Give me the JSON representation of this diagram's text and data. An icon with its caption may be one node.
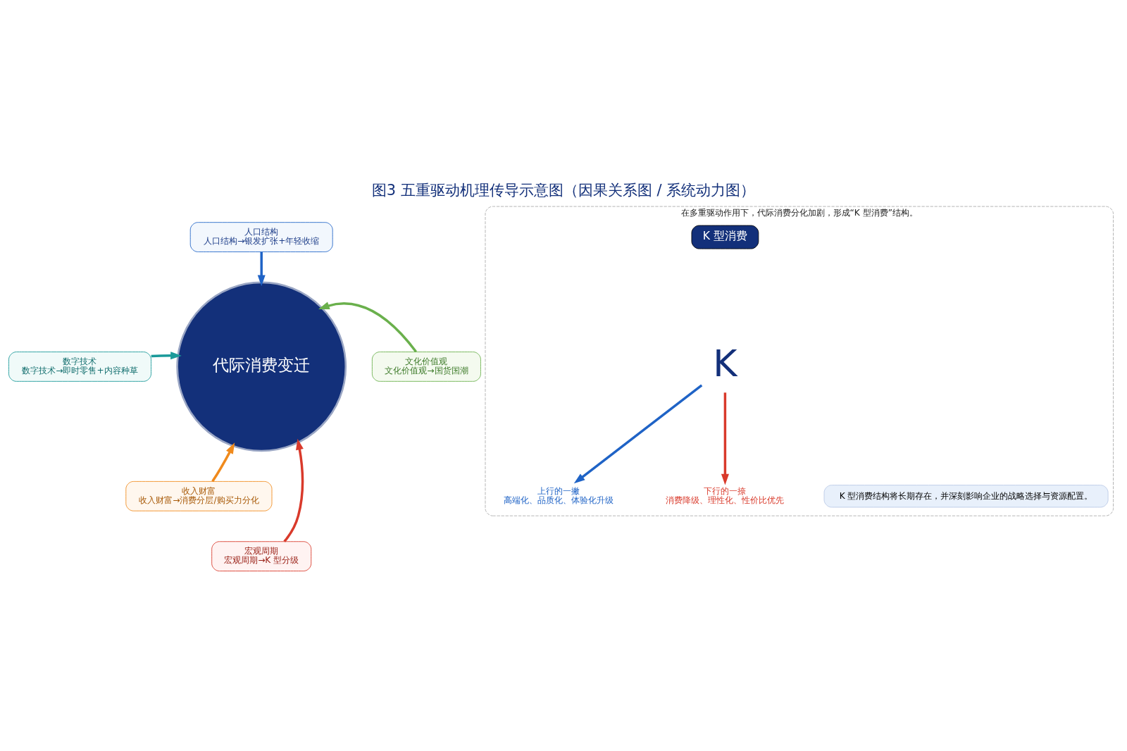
{
  "diagram": {
    "title": "图3 五重驱动机理传导示意图（因果关系图 / 系统动力图）",
    "nodes": [
      {
        "text": [
          "代际消费变迁"
        ]
      },
      {
        "text": [
          "人口结构",
          "人口结构→银发扩张+年轻收缩"
        ]
      },
      {
        "text": [
          "数字技术",
          "数字技术→即时零售+内容种草"
        ]
      },
      {
        "text": [
          "文化价值观",
          "文化价值观→国货国潮"
        ]
      },
      {
        "text": [
          "收入财富",
          "收入财富→消费分层/购买力分化"
        ]
      },
      {
        "text": [
          "宏观周期",
          "宏观周期→K 型分级"
        ]
      },
      {
        "text": [
          "在多重驱动作用下，代际消费分化加剧，形成“K 型消费”结构。"
        ]
      },
      {
        "text": [
          "K 型消费"
        ],
        "in": 6
      },
      {
        "text": [
          "K"
        ],
        "in": 6
      },
      {
        "text": [
          "上行的一撇",
          "高端化、品质化、体验化升级"
        ],
        "in": 6
      },
      {
        "text": [
          "下行的一捺",
          "消费降级、理性化、性价比优先"
        ],
        "in": 6
      },
      {
        "text": [
          "K 型消费结构将长期存在，并深刻影响企业的战略选择与资源配置。"
        ],
        "in": 6
      }
    ],
    "edges": [
      {
        "from": 1,
        "to": 0,
        "arrow": "to",
        "color": "#1f63c6"
      },
      {
        "from": 2,
        "to": 0,
        "arrow": "to",
        "color": "#1a9a9a"
      },
      {
        "from": 3,
        "to": 0,
        "arrow": "to",
        "color": "#6ab04c"
      },
      {
        "from": 4,
        "to": 0,
        "arrow": "to",
        "color": "#f08a1c"
      },
      {
        "from": 5,
        "to": 0,
        "arrow": "to",
        "color": "#d93a2b"
      },
      {
        "from": 8,
        "to": 9,
        "arrow": "to",
        "color": "#1f63c6"
      },
      {
        "from": 8,
        "to": 10,
        "arrow": "to",
        "color": "#d93a2b"
      }
    ]
  }
}
